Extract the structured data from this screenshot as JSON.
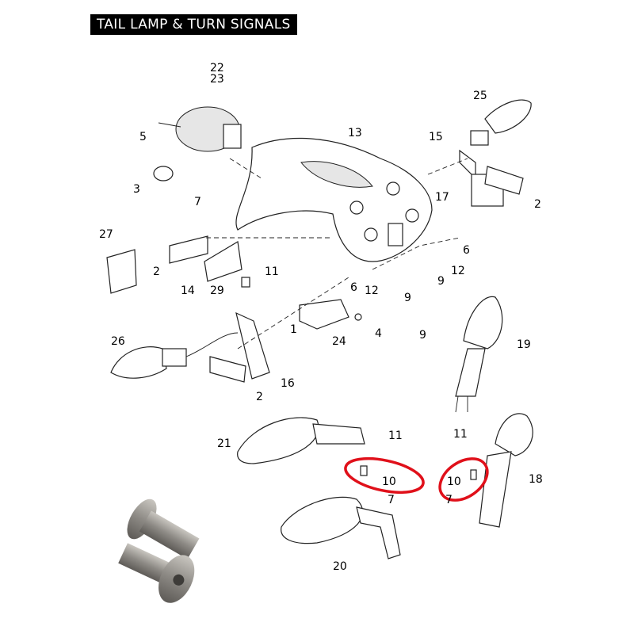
{
  "title": "TAIL LAMP & TURN SIGNALS",
  "labels": [
    "22",
    "23",
    "25",
    "5",
    "13",
    "15",
    "3",
    "7",
    "17",
    "2",
    "27",
    "2",
    "6",
    "14",
    "29",
    "11",
    "6",
    "12",
    "12",
    "9",
    "9",
    "1",
    "4",
    "24",
    "9",
    "19",
    "26",
    "16",
    "2",
    "21",
    "11",
    "11",
    "10",
    "7",
    "10",
    "7",
    "18",
    "20"
  ],
  "highlight_color": "#e0101a"
}
